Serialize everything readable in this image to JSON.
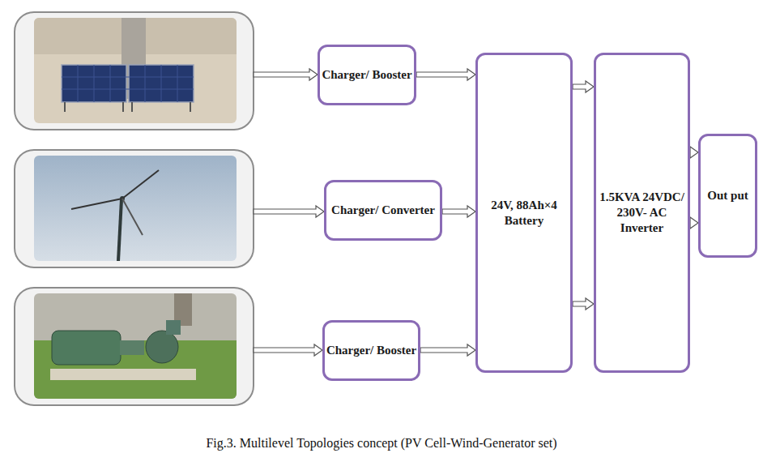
{
  "diagram": {
    "caption": "Fig.3. Multilevel Topologies concept (PV Cell-Wind-Generator set)",
    "nodes": [
      {
        "text": [
          "Charger/ Booster"
        ]
      },
      {
        "text": [
          "Charger/ Converter"
        ]
      },
      {
        "text": [
          "Charger/ Booster"
        ]
      },
      {
        "text": [
          "24V, 88Ah×4 Battery"
        ]
      },
      {
        "text": [
          "1.5KVA 24VDC/ 230V- AC Inverter"
        ]
      },
      {
        "text": [
          "Out put"
        ]
      }
    ],
    "edges": [
      {
        "from": 0,
        "to": 3,
        "arrow": "to"
      },
      {
        "from": 1,
        "to": 3,
        "arrow": "to"
      },
      {
        "from": 2,
        "to": 3,
        "arrow": "to"
      },
      {
        "from": 3,
        "to": 4,
        "arrow": "to"
      },
      {
        "from": 3,
        "to": 4,
        "arrow": "to"
      },
      {
        "from": 4,
        "to": 5,
        "arrow": "to"
      },
      {
        "from": 4,
        "to": 5,
        "arrow": "to"
      }
    ]
  }
}
